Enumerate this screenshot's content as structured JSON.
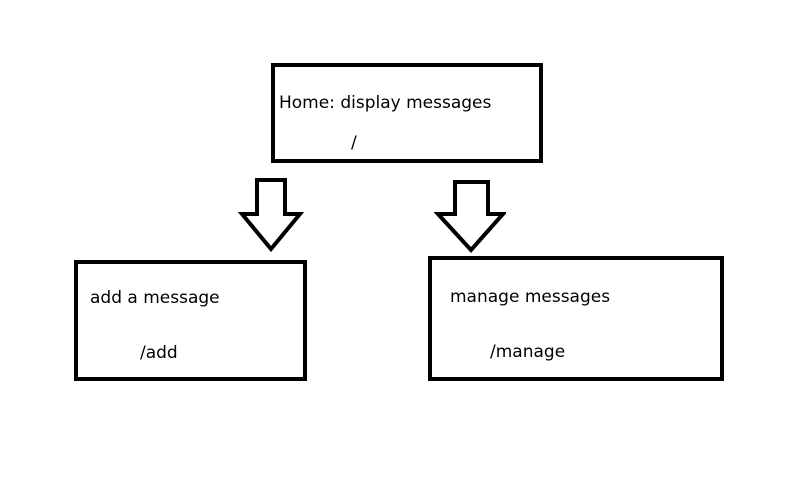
{
  "nodes": {
    "home": {
      "title": "Home: display messages",
      "route": "/"
    },
    "add": {
      "title": "add a message",
      "route": "/add"
    },
    "manage": {
      "title": "manage messages",
      "route": "/manage"
    }
  },
  "arrows": [
    {
      "from": "home",
      "to": "add",
      "icon": "down-arrow-icon"
    },
    {
      "from": "home",
      "to": "manage",
      "icon": "down-arrow-icon"
    }
  ],
  "colors": {
    "stroke": "#000000",
    "fill": "#ffffff"
  }
}
